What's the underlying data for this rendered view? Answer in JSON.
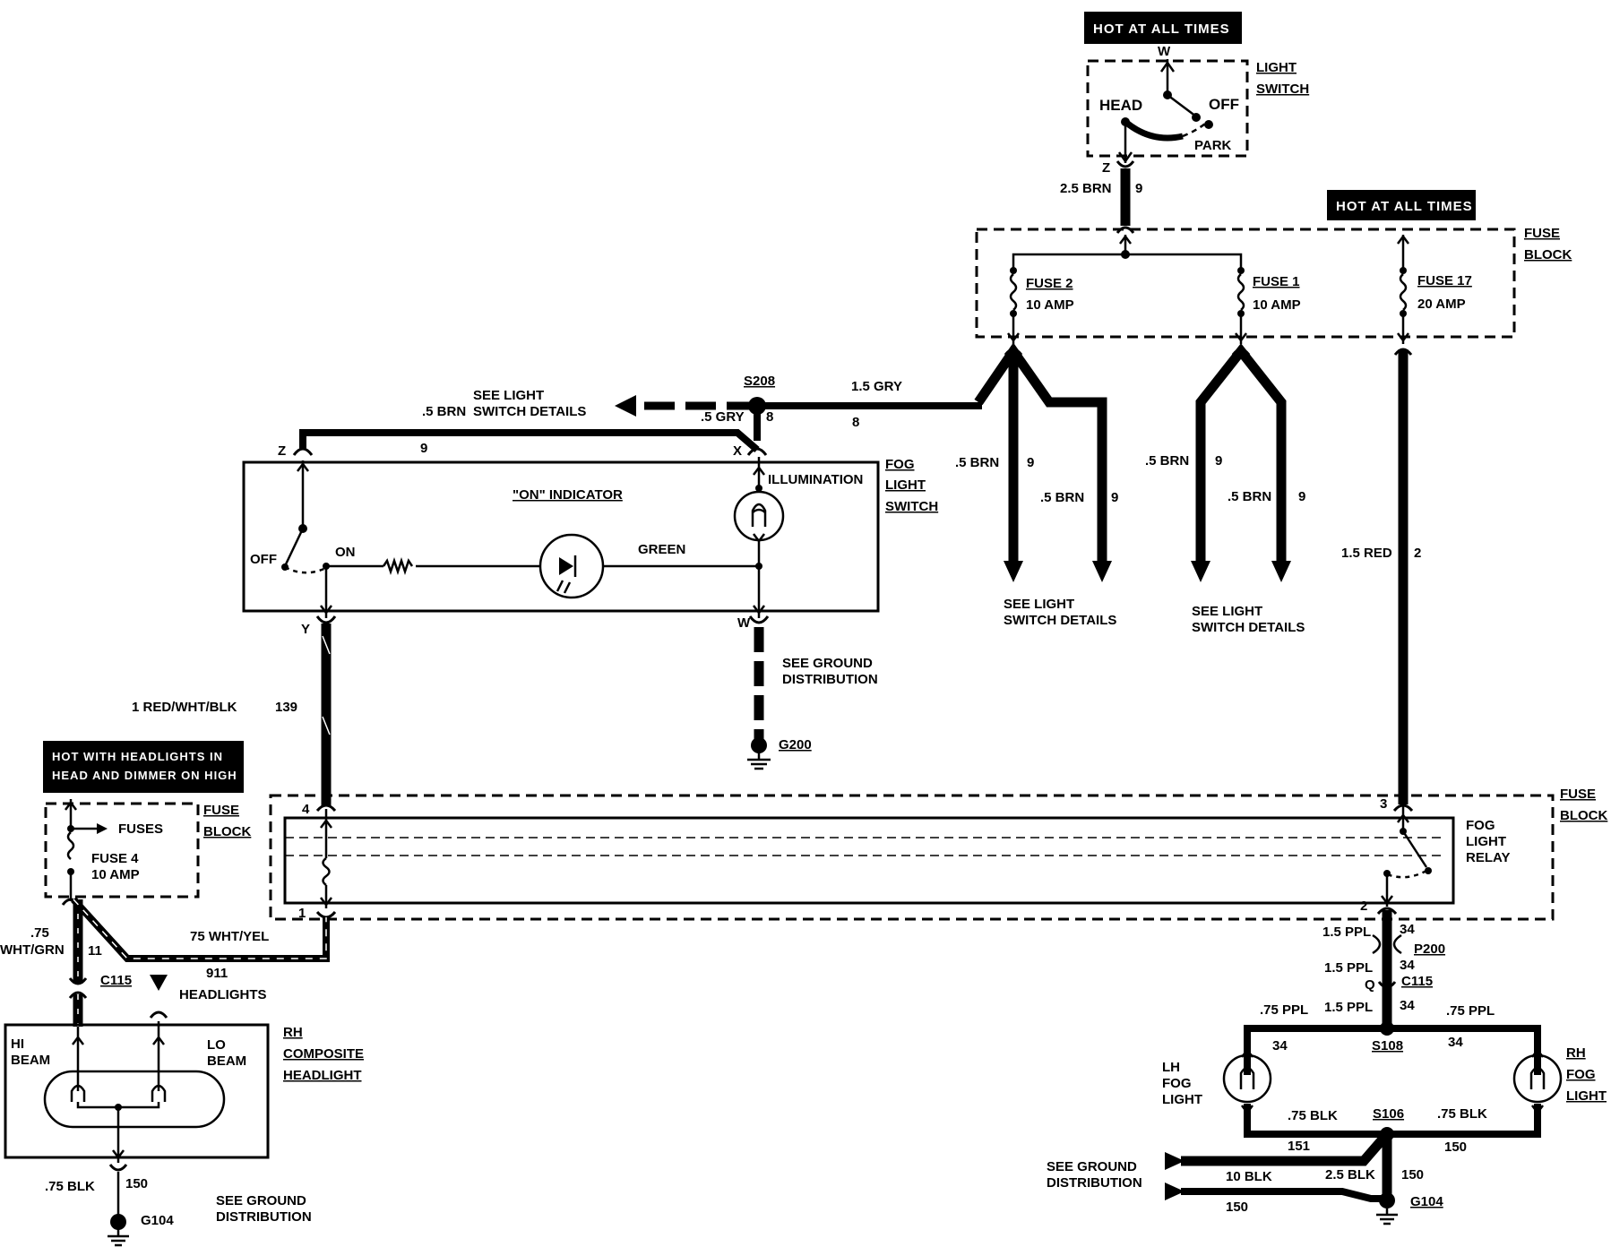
{
  "hot_labels": {
    "light_switch_hot": "HOT AT ALL TIMES",
    "fuse_block_hot": "HOT AT ALL TIMES",
    "headlight_hot_line1": "HOT WITH HEADLIGHTS IN",
    "headlight_hot_line2": "HEAD AND DIMMER ON HIGH"
  },
  "light_switch": {
    "title_1": "LIGHT",
    "title_2": "SWITCH",
    "pin_top": "W",
    "pos_head": "HEAD",
    "pos_off": "OFF",
    "pos_park": "PARK",
    "pin_bottom": "Z",
    "wire_out": "2.5 BRN",
    "circuit_out": "9"
  },
  "fuse_block_top": {
    "title_1": "FUSE",
    "title_2": "BLOCK",
    "fuse2_name": "FUSE 2",
    "fuse2_rating": "10 AMP",
    "fuse1_name": "FUSE 1",
    "fuse1_rating": "10 AMP",
    "fuse17_name": "FUSE 17",
    "fuse17_rating": "20 AMP"
  },
  "fuse2_branches": {
    "wire_a": ".5 BRN",
    "circ_a": "9",
    "wire_b": ".5 BRN",
    "circ_b": "9",
    "see_1": "SEE LIGHT",
    "see_2": "SWITCH DETAILS"
  },
  "fuse1_branches": {
    "wire_a": ".5 BRN",
    "circ_a": "9",
    "wire_b": ".5 BRN",
    "circ_b": "9",
    "see_1": "SEE LIGHT",
    "see_2": "SWITCH DETAILS"
  },
  "fuse17_wire": {
    "wire": "1.5 RED",
    "circuit": "2"
  },
  "splice_s208": {
    "name": "S208",
    "gray_in": "1.5 GRY",
    "gray_in_circuit": "8",
    "gray_out": ".5 GRY",
    "gray_out_circuit": "8",
    "see_1": "SEE LIGHT",
    "see_2": "SWITCH DETAILS",
    "brn_wire": ".5 BRN"
  },
  "fog_switch": {
    "title_1": "FOG",
    "title_2": "LIGHT",
    "title_3": "SWITCH",
    "pin_z": "Z",
    "pin_x": "X",
    "pin_y": "Y",
    "pin_w": "W",
    "circuit_top": "9",
    "illumination": "ILLUMINATION",
    "on_indicator": "\"ON\" INDICATOR",
    "pos_off": "OFF",
    "pos_on": "ON",
    "green": "GREEN"
  },
  "fog_switch_ground": {
    "see_1": "SEE GROUND",
    "see_2": "DISTRIBUTION",
    "ground": "G200"
  },
  "relay_feed": {
    "wire": "1 RED/WHT/BLK",
    "circuit": "139"
  },
  "fuse_block_left": {
    "title_1": "FUSE",
    "title_2": "BLOCK",
    "fuses": "FUSES",
    "fuse4_name": "FUSE 4",
    "fuse4_rating": "10 AMP"
  },
  "relay": {
    "title_1": "FOG",
    "title_2": "LIGHT",
    "title_3": "RELAY",
    "block_1": "FUSE",
    "block_2": "BLOCK",
    "pin_4": "4",
    "pin_1": "1",
    "pin_3": "3",
    "pin_2": "2"
  },
  "headlight_wiring": {
    "wire_left_1": ".75",
    "wire_left_2": "WHT/GRN",
    "circuit_left": "11",
    "wire_yel": "75 WHT/YEL",
    "circuit_yel": "911",
    "connector": "C115",
    "headlights": "HEADLIGHTS"
  },
  "rh_headlight": {
    "hi_1": "HI",
    "hi_2": "BEAM",
    "lo_1": "LO",
    "lo_2": "BEAM",
    "title_1": "RH",
    "title_2": "COMPOSITE",
    "title_3": "HEADLIGHT",
    "ground_wire": ".75 BLK",
    "ground_circuit": "150",
    "ground": "G104",
    "see_1": "SEE GROUND",
    "see_2": "DISTRIBUTION"
  },
  "fog_output": {
    "wire_1": "1.5 PPL",
    "circ_1": "34",
    "p200": "P200",
    "wire_2": "1.5 PPL",
    "circ_2": "34",
    "pin_q": "Q",
    "c115": "C115",
    "wire_3": "1.5 PPL",
    "circ_3": "34",
    "lh_wire": ".75 PPL",
    "rh_wire": ".75 PPL",
    "s108": "S108",
    "lh_circ": "34",
    "rh_circ": "34"
  },
  "fog_lights": {
    "lh_1": "LH",
    "lh_2": "FOG",
    "lh_3": "LIGHT",
    "rh_1": "RH",
    "rh_2": "FOG",
    "rh_3": "LIGHT",
    "lh_blk": ".75 BLK",
    "rh_blk": ".75 BLK",
    "s106": "S106",
    "circ_151": "151",
    "circ_150_right": "150",
    "wire_10blk": "10 BLK",
    "wire_25blk": "2.5 BLK",
    "circ_150_mid": "150",
    "circ_150_bottom": "150",
    "ground": "G104",
    "see_1": "SEE GROUND",
    "see_2": "DISTRIBUTION"
  }
}
